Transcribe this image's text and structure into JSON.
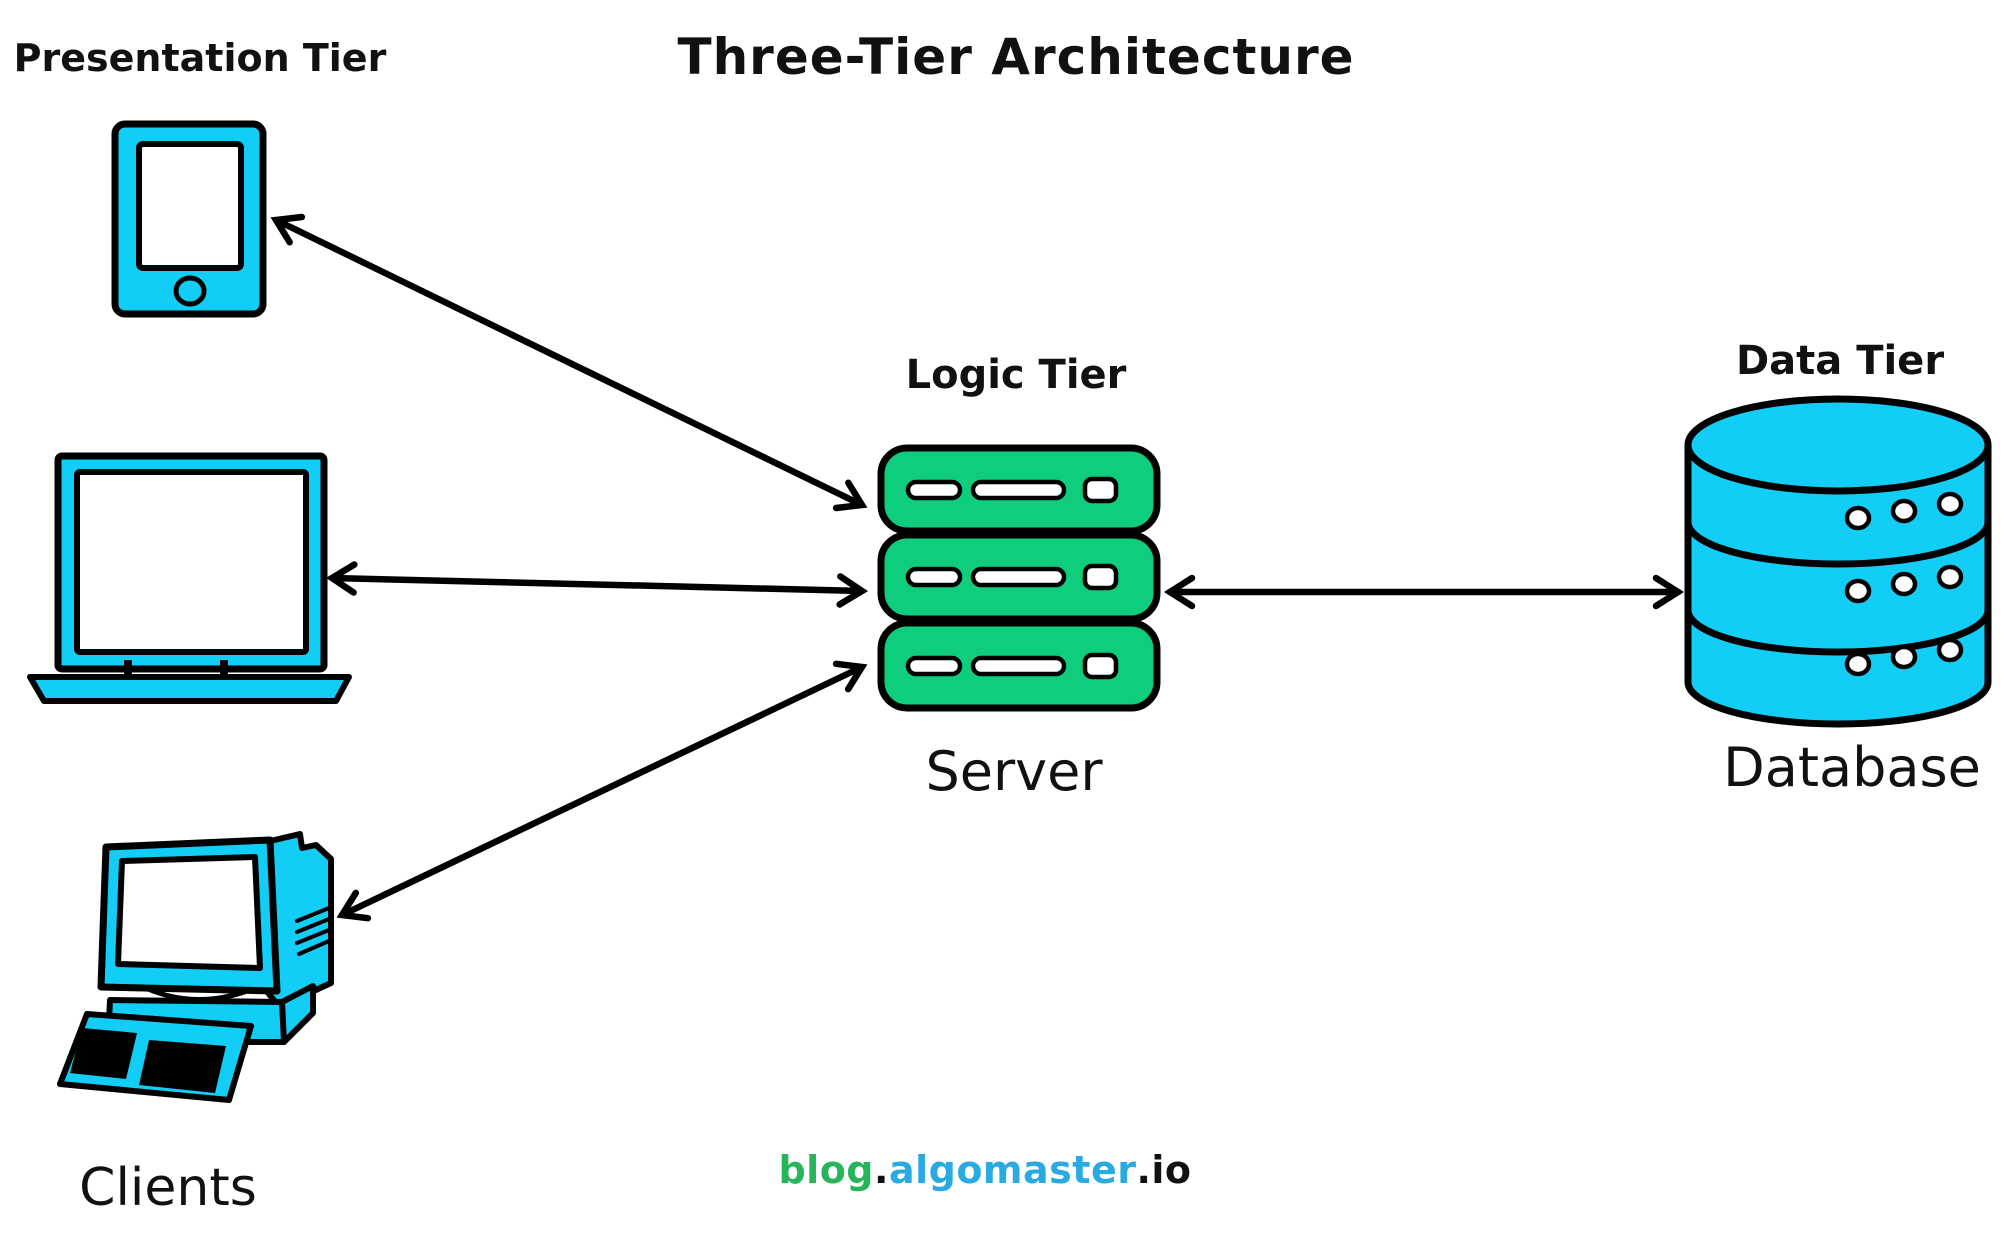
{
  "title": "Three-Tier Architecture",
  "tiers": {
    "presentation": {
      "label": "Presentation Tier",
      "caption": "Clients"
    },
    "logic": {
      "label": "Logic Tier",
      "caption": "Server"
    },
    "data": {
      "label": "Data Tier",
      "caption": "Database"
    }
  },
  "icons": {
    "presentation_devices": [
      "smartphone-icon",
      "laptop-icon",
      "desktop-computer-icon"
    ],
    "logic_device": "server-stack-icon",
    "data_device": "database-cylinder-icon"
  },
  "connections": [
    {
      "from": "smartphone",
      "to": "server",
      "bidirectional": true
    },
    {
      "from": "laptop",
      "to": "server",
      "bidirectional": true
    },
    {
      "from": "desktop-computer",
      "to": "server",
      "bidirectional": true
    },
    {
      "from": "server",
      "to": "database",
      "bidirectional": true
    }
  ],
  "footer": {
    "segments": [
      {
        "text": "blog",
        "color": "#28B45A"
      },
      {
        "text": ".",
        "color": "#111111"
      },
      {
        "text": "algomaster",
        "color": "#29ABE2"
      },
      {
        "text": ".",
        "color": "#111111"
      },
      {
        "text": "io",
        "color": "#111111"
      }
    ]
  },
  "colors": {
    "device_fill": "#12CDF5",
    "server_fill": "#0ECE7E",
    "stroke": "#000000",
    "background": "#FFFFFF"
  }
}
